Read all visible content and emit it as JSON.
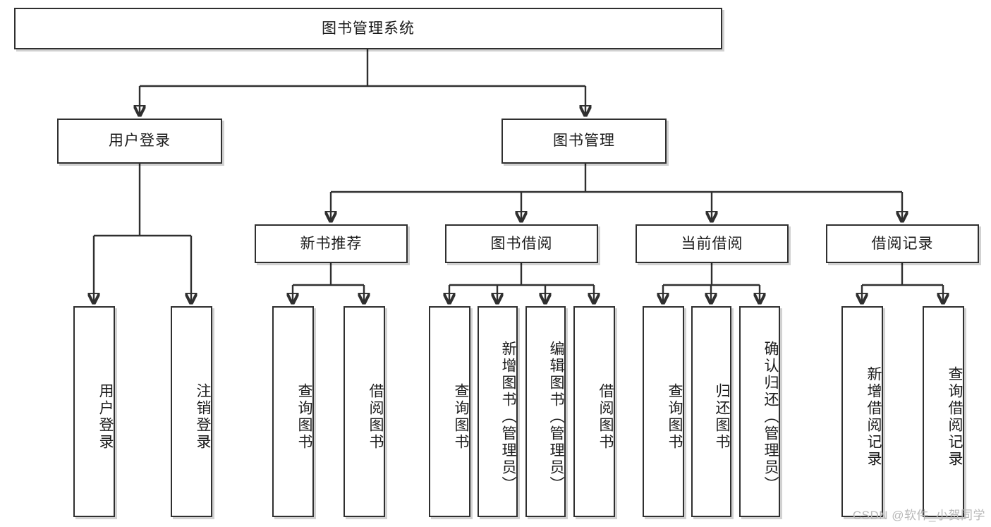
{
  "diagram": {
    "title_node": {
      "label": "图书管理系统"
    },
    "level2": [
      {
        "id": "user-login",
        "label": "用户登录"
      },
      {
        "id": "book-manage",
        "label": "图书管理"
      }
    ],
    "level3": [
      {
        "id": "new-book-rec",
        "label": "新书推荐"
      },
      {
        "id": "book-borrow",
        "label": "图书借阅"
      },
      {
        "id": "current-borrow",
        "label": "当前借阅"
      },
      {
        "id": "borrow-record",
        "label": "借阅记录"
      }
    ],
    "leaves": {
      "user_login": [
        {
          "id": "leaf-user-login",
          "label": "用户登录"
        },
        {
          "id": "leaf-logout",
          "label": "注销登录"
        }
      ],
      "new_book_rec": [
        {
          "id": "leaf-query-book-1",
          "label": "查询图书"
        },
        {
          "id": "leaf-borrow-book-1",
          "label": "借阅图书"
        }
      ],
      "book_borrow": [
        {
          "id": "leaf-query-book-2",
          "label": "查询图书"
        },
        {
          "id": "leaf-add-book",
          "label": "新增图书（管理员）"
        },
        {
          "id": "leaf-edit-book",
          "label": "编辑图书（管理员）"
        },
        {
          "id": "leaf-borrow-book-2",
          "label": "借阅图书"
        }
      ],
      "current_borrow": [
        {
          "id": "leaf-query-book-3",
          "label": "查询图书"
        },
        {
          "id": "leaf-return-book",
          "label": "归还图书"
        },
        {
          "id": "leaf-confirm-return",
          "label": "确认归还（管理员）"
        }
      ],
      "borrow_record": [
        {
          "id": "leaf-add-record",
          "label": "新增借阅记录"
        },
        {
          "id": "leaf-query-record",
          "label": "查询借阅记录"
        }
      ]
    },
    "watermark": "CSDN @软件_小贺同学",
    "colors": {
      "stroke": "#2f2f2f",
      "fill": "#ffffff",
      "text": "#1b1b1b",
      "watermark": "#b8b8b8"
    }
  }
}
